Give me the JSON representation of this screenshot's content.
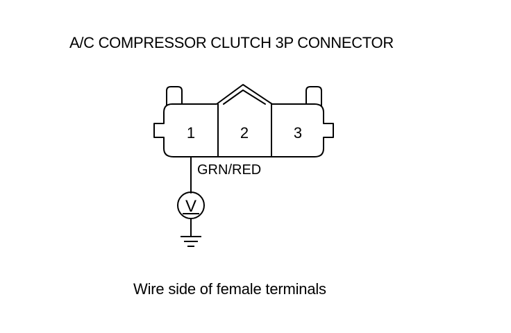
{
  "title": "A/C COMPRESSOR CLUTCH 3P CONNECTOR",
  "connector": {
    "terminals": [
      "1",
      "2",
      "3"
    ],
    "wire_color": "GRN/RED"
  },
  "meter": {
    "symbol": "V"
  },
  "caption": "Wire side of female terminals"
}
